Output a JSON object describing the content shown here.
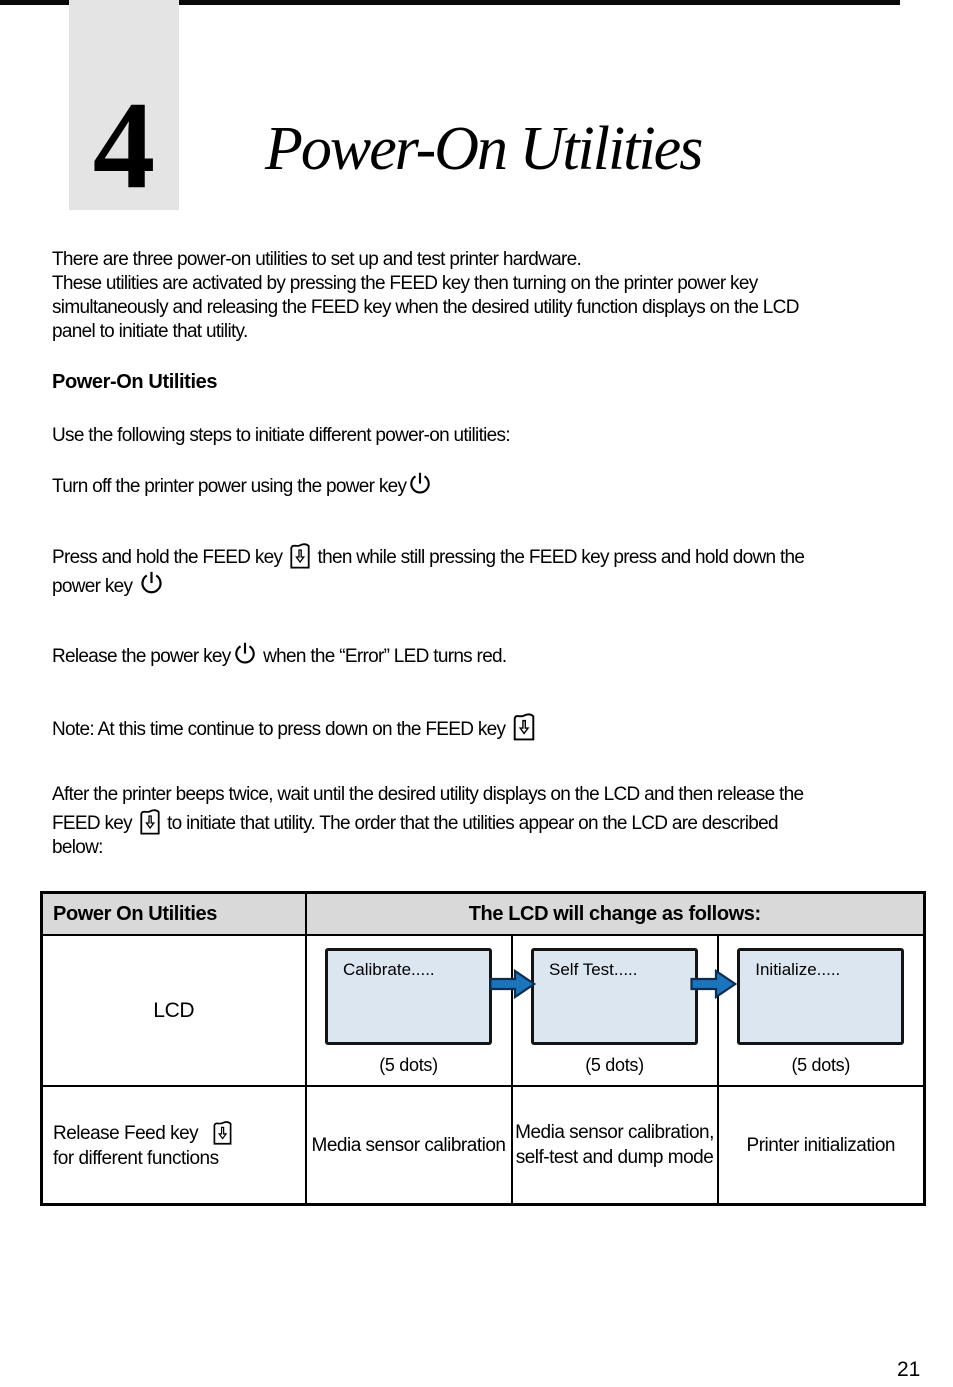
{
  "header": {
    "chapter_number": "4",
    "chapter_title": "Power-On Utilities"
  },
  "intro": {
    "lines": [
      "There are three power-on utilities to set up and test printer hardware.",
      "These utilities are activated by pressing the FEED key then turning on the printer power key",
      "simultaneously and releasing the FEED key when the desired utility function displays on the LCD",
      "panel to initiate that utility."
    ]
  },
  "section": {
    "heading": "Power-On Utilities",
    "steps_intro": "Use the following steps to initiate different power-on utilities:"
  },
  "steps": {
    "turn_off": "Turn off the printer power using the power key",
    "press_hold_1": "Press and hold the FEED key ",
    "press_hold_2": " then while still pressing the FEED key press and hold down the",
    "press_hold_3": "power key ",
    "release_1": "Release the power key",
    "release_2": " when the “Error” LED turns red.",
    "note_1": "Note: At this time continue to press down on the FEED key ",
    "after_1": "After the printer beeps twice, wait until the desired utility displays on the LCD and then release the",
    "after_2": "FEED key ",
    "after_3": "  to initiate that utility.  The order that the utilities appear on the LCD are described",
    "after_4": "below:"
  },
  "icons": {
    "power_key": "power-key-icon",
    "feed_key": "feed-key-icon",
    "flow_arrow": "arrow-right-icon"
  },
  "table": {
    "header": {
      "col1": "Power On Utilities",
      "col2": "The LCD will change as follows:"
    },
    "lcd_row": {
      "label": "LCD",
      "screens": [
        {
          "text": "Calibrate.....",
          "caption": "(5 dots)"
        },
        {
          "text": "Self Test.....",
          "caption": "(5 dots)"
        },
        {
          "text": "Initialize.....",
          "caption": "(5 dots)"
        }
      ]
    },
    "release_row": {
      "label_line1": "Release Feed key",
      "label_line2": "for different functions",
      "cells": [
        "Media sensor calibration",
        "Media sensor calibration, self-test and dump mode",
        "Printer initialization"
      ]
    }
  },
  "footer": {
    "page_number": "21"
  },
  "colors": {
    "arrow_fill": "#1B74BC",
    "arrow_stroke": "#0D2D4E",
    "lcd_screen_fill": "#DCE6F1",
    "table_header_bg": "#D9D9D9",
    "chapter_box_bg": "#E4E4E4",
    "top_rule": "#0A0A0A"
  }
}
